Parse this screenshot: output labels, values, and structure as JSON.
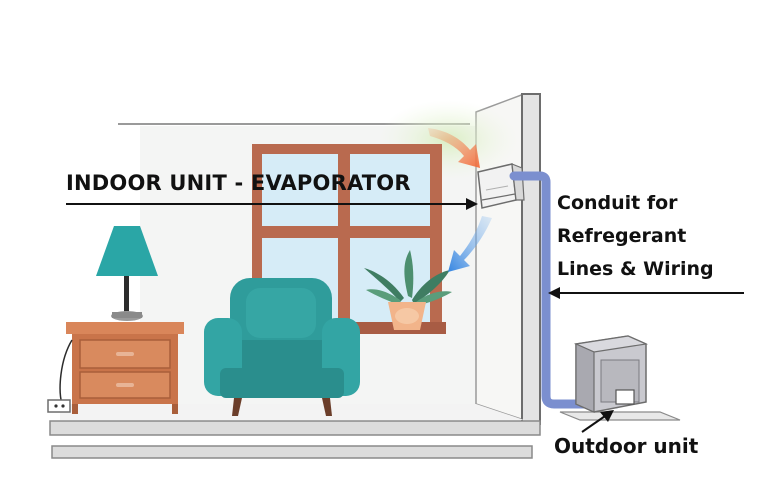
{
  "labels": {
    "indoor_unit": "INDOOR UNIT - EVAPORATOR",
    "conduit_line1": "Conduit for",
    "conduit_line2": "Refregerant",
    "conduit_line3": "Lines & Wiring",
    "outdoor_unit": "Outdoor unit"
  },
  "colors": {
    "conduit": "#7b8fcf",
    "window_frame": "#b96a4f",
    "window_glass": "#d6ecf7",
    "armchair": "#2f9c9b",
    "nightstand": "#c9744a",
    "lamp_shade": "#2aa6a6",
    "plant_pot": "#f2b48a",
    "warm_airflow": "#f39a6b",
    "cool_airflow": "#3b8be0",
    "wall_glow": "#dff0c8"
  },
  "icons": {
    "indoor_unit": "wall-mounted-ac-icon",
    "outdoor_unit": "condenser-unit-icon"
  }
}
